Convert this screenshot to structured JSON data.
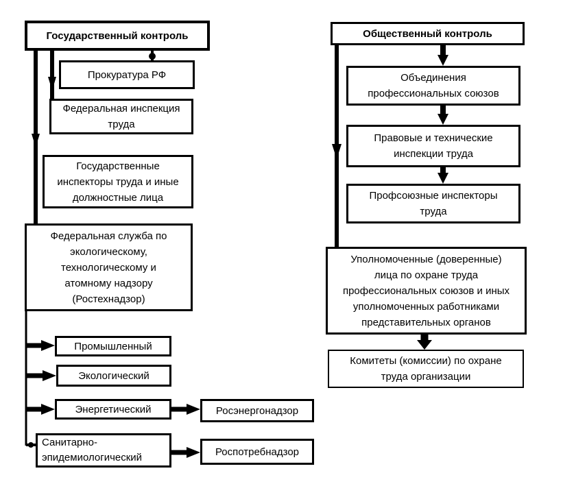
{
  "state_control": {
    "title": "Государственный контроль",
    "prosecutor": "Прокуратура РФ",
    "labor_inspection": "Федеральная инспекция\nтруда",
    "state_inspectors": "Государственные\nинспекторы труда и иные\nдолжностные лица",
    "rostekhnadzor": "Федеральная служба по\nэкологическому,\nтехнологическому и\nатомному надзору\n(Ростехнадзор)",
    "industrial": "Промышленный",
    "ecological": "Экологический",
    "energy": "Энергетический",
    "rosenergonadzor": "Росэнергонадзор",
    "sanitary": "Санитарно-\nэпидемиологический",
    "rospotrebnadzor": "Роспотребнадзор"
  },
  "public_control": {
    "title": "Общественный контроль",
    "unions": "Объединения\nпрофессиональных союзов",
    "legal_inspections": "Правовые и технические\nинспекции труда",
    "union_inspectors": "Профсоюзные инспекторы\nтруда",
    "authorized_persons": "Уполномоченные (доверенные)\nлица по охране труда\nпрофессиональных союзов и иных\nуполномоченных работниками\nпредставительных органов",
    "committees": "Комитеты (комиссии) по охране\nтруда организации"
  }
}
